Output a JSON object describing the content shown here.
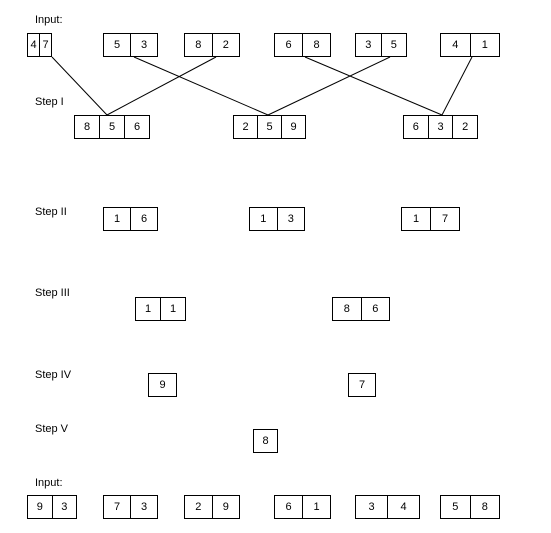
{
  "labels": {
    "input_top": "Input:",
    "step1": "Step I",
    "step2": "Step II",
    "step3": "Step III",
    "step4": "Step IV",
    "step5": "Step V",
    "input_bottom": "Input:"
  },
  "input_top": [
    [
      "4",
      "7"
    ],
    [
      "5",
      "3"
    ],
    [
      "8",
      "2"
    ],
    [
      "6",
      "8"
    ],
    [
      "3",
      "5"
    ],
    [
      "4",
      "1"
    ]
  ],
  "step1": [
    [
      "8",
      "5",
      "6"
    ],
    [
      "2",
      "5",
      "9"
    ],
    [
      "6",
      "3",
      "2"
    ]
  ],
  "step2": [
    [
      "1",
      "6"
    ],
    [
      "1",
      "3"
    ],
    [
      "1",
      "7"
    ]
  ],
  "step3": [
    [
      "1",
      "1"
    ],
    [
      "8",
      "6"
    ]
  ],
  "step4": [
    [
      "9"
    ],
    [
      "7"
    ]
  ],
  "step5": [
    [
      "8"
    ]
  ],
  "input_bottom": [
    [
      "9",
      "3"
    ],
    [
      "7",
      "3"
    ],
    [
      "2",
      "9"
    ],
    [
      "6",
      "1"
    ],
    [
      "3",
      "4"
    ],
    [
      "5",
      "8"
    ]
  ]
}
